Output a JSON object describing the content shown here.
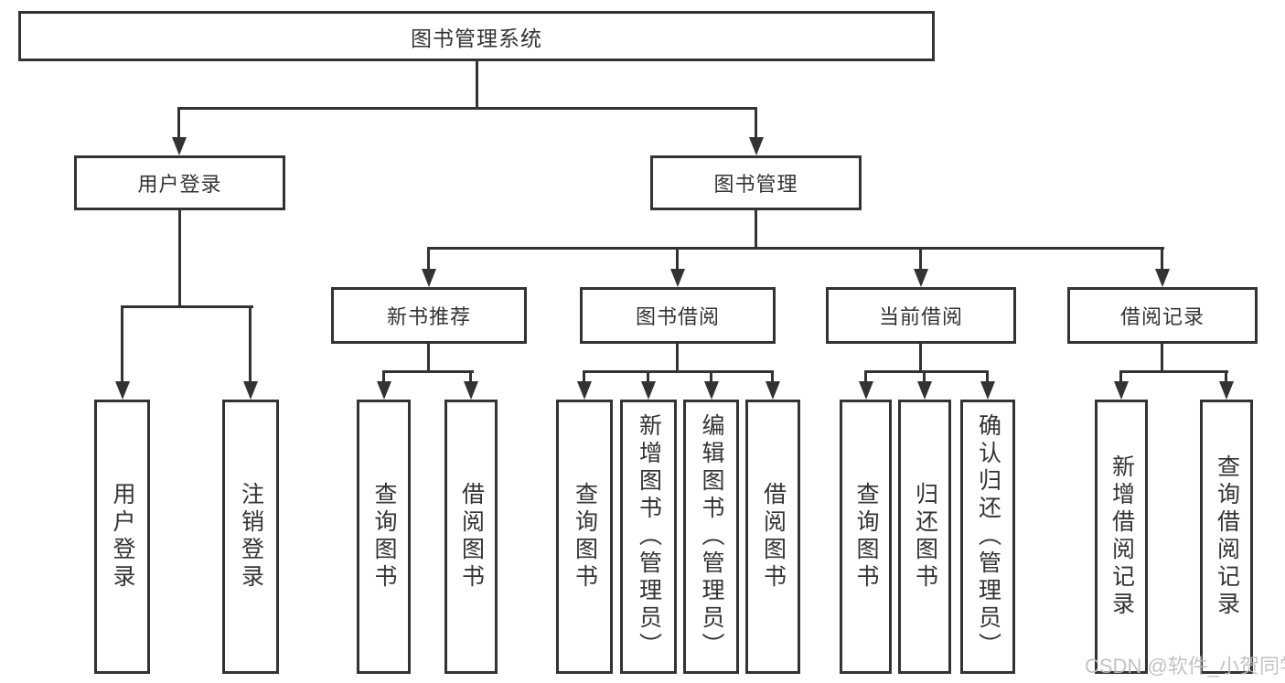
{
  "title": "图书管理系统",
  "level2": [
    {
      "label": "用户登录"
    },
    {
      "label": "图书管理"
    }
  ],
  "level3": [
    {
      "label": "新书推荐"
    },
    {
      "label": "图书借阅"
    },
    {
      "label": "当前借阅"
    },
    {
      "label": "借阅记录"
    }
  ],
  "level4": [
    {
      "label": "用户登录"
    },
    {
      "label": "注销登录"
    },
    {
      "label": "查询图书"
    },
    {
      "label": "借阅图书"
    },
    {
      "label": "查询图书"
    },
    {
      "label": "新增图书（管理员）"
    },
    {
      "label": "编辑图书（管理员）"
    },
    {
      "label": "借阅图书"
    },
    {
      "label": "查询图书"
    },
    {
      "label": "归还图书"
    },
    {
      "label": "确认归还（管理员）"
    },
    {
      "label": "新增借阅记录"
    },
    {
      "label": "查询借阅记录"
    }
  ],
  "watermark": "CSDN @软件_小贺同学",
  "colors": {
    "line": "#333333",
    "border": "#333333",
    "text": "#333333",
    "bg": "#ffffff",
    "watermark": "#bdbdbd"
  }
}
